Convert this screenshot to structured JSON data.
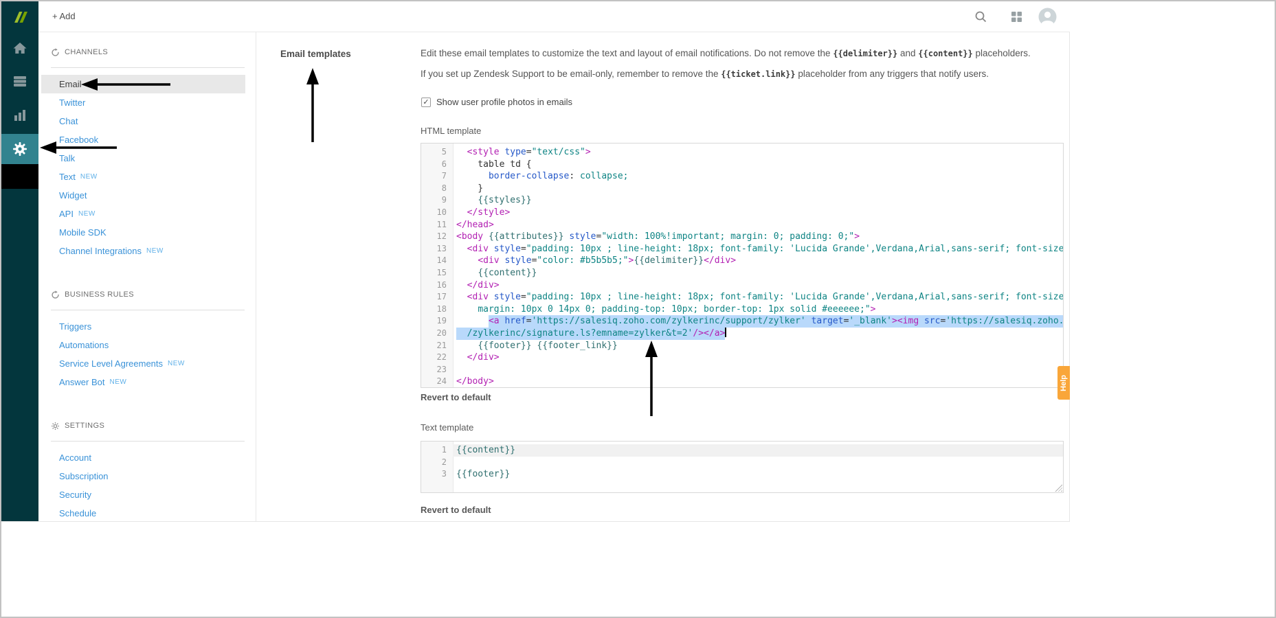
{
  "colors": {
    "rail_bg": "#03363d",
    "rail_active": "#32838f",
    "link": "#3a92d8",
    "badge": "#5fb0e8",
    "selection": "#b9d9fb",
    "help_tab": "#f9a63a",
    "syn_tag": "#b21fb2",
    "syn_attr": "#2558c8",
    "syn_str": "#0e8484",
    "syn_var": "#2f6f6f"
  },
  "topbar": {
    "add_button": "+ Add"
  },
  "rail": {
    "icons": [
      "zendesk-logo",
      "home-icon",
      "lists-icon",
      "reports-icon",
      "settings-gear-icon"
    ]
  },
  "sidebar": {
    "sections": [
      {
        "title": "CHANNELS",
        "icon": "channels-icon",
        "items": [
          {
            "label": "Email",
            "selected": true
          },
          {
            "label": "Twitter"
          },
          {
            "label": "Chat"
          },
          {
            "label": "Facebook"
          },
          {
            "label": "Talk"
          },
          {
            "label": "Text",
            "badge": "NEW"
          },
          {
            "label": "Widget"
          },
          {
            "label": "API",
            "badge": "NEW"
          },
          {
            "label": "Mobile SDK"
          },
          {
            "label": "Channel Integrations",
            "badge": "NEW"
          }
        ]
      },
      {
        "title": "BUSINESS RULES",
        "icon": "business-rules-icon",
        "items": [
          {
            "label": "Triggers"
          },
          {
            "label": "Automations"
          },
          {
            "label": "Service Level Agreements",
            "badge": "NEW"
          },
          {
            "label": "Answer Bot",
            "badge": "NEW"
          }
        ]
      },
      {
        "title": "SETTINGS",
        "icon": "settings-icon",
        "items": [
          {
            "label": "Account"
          },
          {
            "label": "Subscription"
          },
          {
            "label": "Security"
          },
          {
            "label": "Schedule"
          }
        ]
      }
    ]
  },
  "main": {
    "title": "Email templates",
    "description": {
      "line1": [
        [
          "x",
          "Edit these email templates to customize the text and layout of email notifications. Do not remove the "
        ],
        [
          "c",
          "{{delimiter}}"
        ],
        [
          "x",
          " and "
        ],
        [
          "c",
          "{{content}}"
        ],
        [
          "x",
          " placeholders."
        ]
      ],
      "line2": [
        [
          "x",
          "If you set up Zendesk Support to be email-only, remember to remove the "
        ],
        [
          "c",
          "{{ticket.link}}"
        ],
        [
          "x",
          " placeholder from any triggers that notify users."
        ]
      ]
    },
    "checkbox": {
      "label": "Show user profile photos in emails",
      "checked": true
    },
    "html_template_label": "HTML template",
    "text_template_label": "Text template",
    "revert_label": "Revert to default",
    "html_editor": {
      "lines": [
        {
          "num": 5,
          "segs": [
            [
              "x",
              "  "
            ],
            [
              "t",
              "<style "
            ],
            [
              "a",
              "type"
            ],
            [
              "x",
              "="
            ],
            [
              "s",
              "\"text/css\""
            ],
            [
              "t",
              ">"
            ]
          ]
        },
        {
          "num": 6,
          "segs": [
            [
              "x",
              "    table td {"
            ]
          ]
        },
        {
          "num": 7,
          "segs": [
            [
              "x",
              "      "
            ],
            [
              "a",
              "border-collapse"
            ],
            [
              "x",
              ": "
            ],
            [
              "s",
              "collapse;"
            ]
          ]
        },
        {
          "num": 8,
          "segs": [
            [
              "x",
              "    }"
            ]
          ]
        },
        {
          "num": 9,
          "segs": [
            [
              "x",
              "    "
            ],
            [
              "v",
              "{{styles}}"
            ]
          ]
        },
        {
          "num": 10,
          "segs": [
            [
              "x",
              "  "
            ],
            [
              "t",
              "</style>"
            ]
          ]
        },
        {
          "num": 11,
          "segs": [
            [
              "t",
              "</head>"
            ]
          ]
        },
        {
          "num": 12,
          "segs": [
            [
              "t",
              "<body "
            ],
            [
              "v",
              "{{attributes}}"
            ],
            [
              "x",
              " "
            ],
            [
              "a",
              "style"
            ],
            [
              "x",
              "="
            ],
            [
              "s",
              "\"width: 100%!important; margin: 0; padding: 0;\""
            ],
            [
              "t",
              ">"
            ]
          ]
        },
        {
          "num": 13,
          "segs": [
            [
              "x",
              "  "
            ],
            [
              "t",
              "<div "
            ],
            [
              "a",
              "style"
            ],
            [
              "x",
              "="
            ],
            [
              "s",
              "\"padding: 10px ; line-height: 18px; font-family: 'Lucida Grande',Verdana,Arial,sans-serif; font-size"
            ]
          ]
        },
        {
          "num": 14,
          "segs": [
            [
              "x",
              "    "
            ],
            [
              "t",
              "<div "
            ],
            [
              "a",
              "style"
            ],
            [
              "x",
              "="
            ],
            [
              "s",
              "\"color: #b5b5b5;\""
            ],
            [
              "t",
              ">"
            ],
            [
              "v",
              "{{delimiter}}"
            ],
            [
              "t",
              "</div>"
            ]
          ]
        },
        {
          "num": 15,
          "segs": [
            [
              "x",
              "    "
            ],
            [
              "v",
              "{{content}}"
            ]
          ]
        },
        {
          "num": 16,
          "segs": [
            [
              "x",
              "  "
            ],
            [
              "t",
              "</div>"
            ]
          ]
        },
        {
          "num": 17,
          "segs": [
            [
              "x",
              "  "
            ],
            [
              "t",
              "<div "
            ],
            [
              "a",
              "style"
            ],
            [
              "x",
              "="
            ],
            [
              "s",
              "\"padding: 10px ; line-height: 18px; font-family: 'Lucida Grande',Verdana,Arial,sans-serif; font-size"
            ]
          ]
        },
        {
          "num": 18,
          "segs": [
            [
              "x",
              "    "
            ],
            [
              "s",
              "margin: 10px 0 14px 0; padding-top: 10px; border-top: 1px solid #eeeeee;\""
            ],
            [
              "t",
              ">"
            ]
          ]
        },
        {
          "num": 19,
          "sel": "from-text",
          "segs": [
            [
              "x",
              "      "
            ],
            [
              "t",
              "<a "
            ],
            [
              "a",
              "href"
            ],
            [
              "x",
              "="
            ],
            [
              "s",
              "'https://salesiq.zoho.com/zylkerinc/support/zylker'"
            ],
            [
              "x",
              " "
            ],
            [
              "a",
              "target"
            ],
            [
              "x",
              "="
            ],
            [
              "s",
              "'_blank'"
            ],
            [
              "t",
              "><img "
            ],
            [
              "a",
              "src"
            ],
            [
              "x",
              "="
            ],
            [
              "s",
              "'https://salesiq.zoho.c"
            ]
          ]
        },
        {
          "num": 20,
          "sel": "to-cursor",
          "segs": [
            [
              "x",
              "  "
            ],
            [
              "s",
              "/zylkerinc/signature.ls?emname=zylker&t=2'"
            ],
            [
              "t",
              "/></a>"
            ]
          ]
        },
        {
          "num": 21,
          "segs": [
            [
              "x",
              "    "
            ],
            [
              "v",
              "{{footer}}"
            ],
            [
              "x",
              " "
            ],
            [
              "v",
              "{{footer_link}}"
            ]
          ]
        },
        {
          "num": 22,
          "segs": [
            [
              "x",
              "  "
            ],
            [
              "t",
              "</div>"
            ]
          ]
        },
        {
          "num": 23,
          "segs": []
        },
        {
          "num": 24,
          "segs": [
            [
              "t",
              "</body>"
            ]
          ]
        }
      ]
    },
    "text_editor": {
      "lines": [
        {
          "num": 1,
          "active": true,
          "segs": [
            [
              "v",
              "{{content}}"
            ]
          ]
        },
        {
          "num": 2,
          "segs": []
        },
        {
          "num": 3,
          "segs": [
            [
              "v",
              "{{footer}}"
            ]
          ]
        }
      ]
    }
  },
  "help_tab": {
    "label": "Help"
  }
}
